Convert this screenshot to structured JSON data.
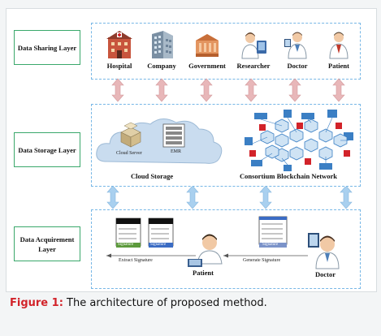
{
  "layers": {
    "sharing": "Data Sharing Layer",
    "storage": "Data Storage Layer",
    "acquirement": "Data Acquirement Layer"
  },
  "entities": [
    {
      "label": "Hospital",
      "icon": "hospital-icon"
    },
    {
      "label": "Company",
      "icon": "company-building-icon"
    },
    {
      "label": "Government",
      "icon": "government-building-icon"
    },
    {
      "label": "Researcher",
      "icon": "researcher-icon"
    },
    {
      "label": "Doctor",
      "icon": "doctor-icon"
    },
    {
      "label": "Patient",
      "icon": "patient-icon"
    }
  ],
  "storage": {
    "cloud_label": "Cloud Storage",
    "cloud_server": "Cloud Server",
    "emr": "EMR",
    "blockchain_label": "Consortium Blockchain Network"
  },
  "acquirement": {
    "extract_signature": "Extract Signature",
    "generate_signature": "Generate Signature",
    "patient": "Patient",
    "doctor": "Doctor",
    "signature_tag": "Signature"
  },
  "caption": {
    "label": "Figure 1:",
    "text": " The architecture of proposed method."
  },
  "colors": {
    "pink_arrow": "#e8b7b9",
    "blue_arrow": "#a9d0ef",
    "layer_border": "#3aa86b",
    "dashed_box": "#77b7e6",
    "caption_label": "#d2232a"
  }
}
